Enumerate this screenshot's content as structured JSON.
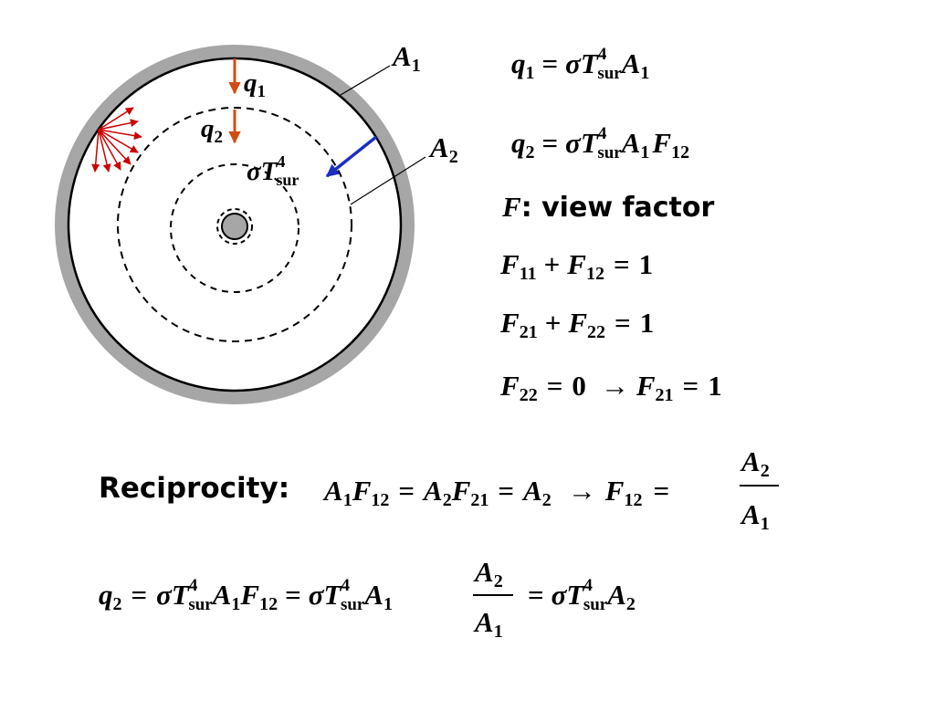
{
  "diagram": {
    "label_A1": "A",
    "label_A1_sub": "1",
    "label_A2": "A",
    "label_A2_sub": "2",
    "label_q1": "q",
    "label_q1_sub": "1",
    "label_q2": "q",
    "label_q2_sub": "2",
    "sigma": "σ",
    "T": "T",
    "exp4": "4",
    "sur": "sur",
    "colors": {
      "outer_ring": "#a6a6a6",
      "q_arrow": "#d24c12",
      "emission_arrows": "#cc0000",
      "blue_arrow": "#1a2fbf",
      "inner_dot": "#a6a6a6"
    }
  },
  "equations": {
    "q": "q",
    "F": "F",
    "A": "A",
    "sigma": "σ",
    "T": "T",
    "eq": "=",
    "plus": "+",
    "arrow": "→",
    "exp4": "4",
    "sur": "sur",
    "s1": "1",
    "s2": "2",
    "s11": "11",
    "s12": "12",
    "s21": "21",
    "s22": "22",
    "one": "1",
    "zero": "0",
    "colon": ": view factor",
    "reciprocity_label": "Reciprocity:"
  }
}
